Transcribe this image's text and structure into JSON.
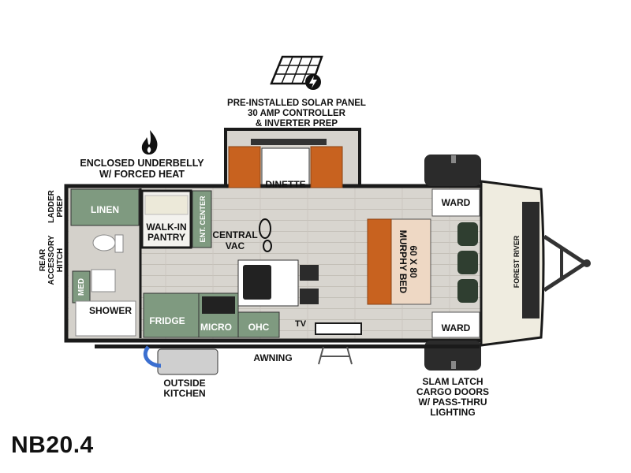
{
  "model": "NB20.4",
  "brand": "FOREST RIVER",
  "callouts": {
    "solar_1": "PRE-INSTALLED SOLAR PANEL",
    "solar_2": "30 AMP CONTROLLER",
    "solar_3": "& INVERTER PREP",
    "underbelly_1": "ENCLOSED UNDERBELLY",
    "underbelly_2": "W/ FORCED HEAT",
    "ladder_1": "LADDER",
    "ladder_2": "PREP",
    "rear_1": "REAR",
    "rear_2": "ACCESSORY",
    "rear_3": "HITCH",
    "awning": "AWNING",
    "kitchen_1": "OUTSIDE",
    "kitchen_2": "KITCHEN",
    "cargo_1": "SLAM LATCH",
    "cargo_2": "CARGO DOORS",
    "cargo_3": "W/ PASS-THRU",
    "cargo_4": "LIGHTING"
  },
  "rooms": {
    "linen": "LINEN",
    "walkin_1": "WALK-IN",
    "walkin_2": "PANTRY",
    "ent_center": "ENT. CENTER",
    "central_vac_1": "CENTRAL",
    "central_vac_2": "VAC",
    "dinette": "DINETTE",
    "ward_top": "WARD",
    "ward_bottom": "WARD",
    "murphy_1": "60 X 80",
    "murphy_2": "MURPHY BED",
    "med": "MED",
    "shower": "SHOWER",
    "fridge": "FRIDGE",
    "micro": "MICRO",
    "ohc": "OHC",
    "tv": "TV"
  },
  "colors": {
    "wall": "#1a1a1a",
    "floor": "#d9d6d0",
    "cabinet_green": "#7f9a80",
    "sofa_orange": "#c8621f",
    "front_cap": "#efece0"
  }
}
